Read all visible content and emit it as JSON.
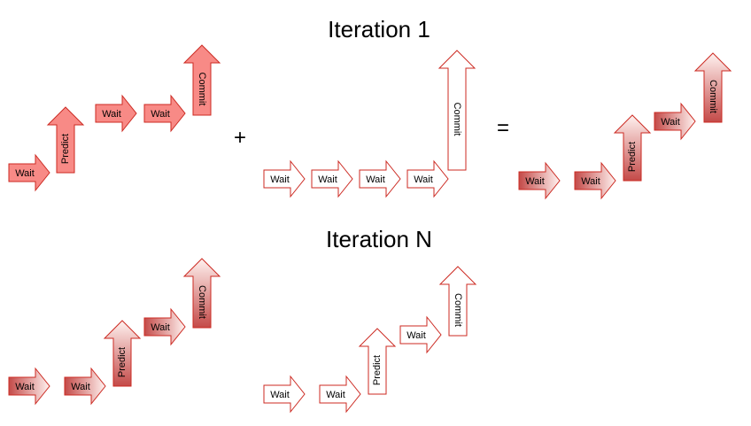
{
  "titles": {
    "iteration_1": "Iteration 1",
    "iteration_n": "Iteration N"
  },
  "operators": {
    "plus": "+",
    "equals": "="
  },
  "colors": {
    "outline": "#cc2a22",
    "solid_fill": "#f88a86",
    "white_fill": "#ffffff",
    "gradient_dark": "#c44a48",
    "gradient_light": "#fff2f0"
  },
  "iteration_1": {
    "agent_a": [
      "Wait",
      "Predict",
      "Wait",
      "Wait",
      "Commit"
    ],
    "agent_b": [
      "Wait",
      "Wait",
      "Wait",
      "Wait",
      "Commit"
    ],
    "combined": [
      "Wait",
      "Wait",
      "Predict",
      "Wait",
      "Commit"
    ]
  },
  "iteration_n": {
    "agent_a": [
      "Wait",
      "Wait",
      "Predict",
      "Wait",
      "Commit"
    ],
    "agent_b": [
      "Wait",
      "Wait",
      "Predict",
      "Wait",
      "Commit"
    ]
  }
}
